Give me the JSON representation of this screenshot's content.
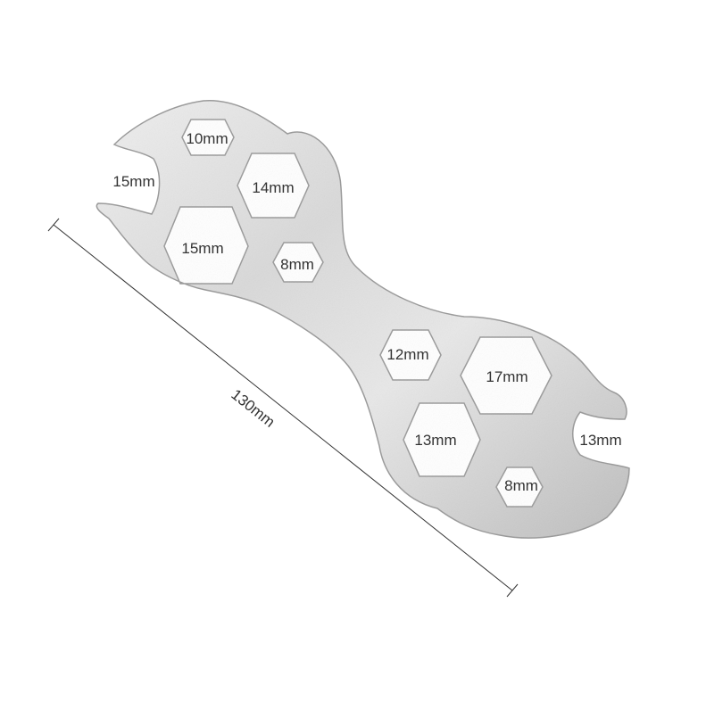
{
  "image": {
    "subject": "multi-size flat spanner wrench",
    "colors": {
      "background": "#ffffff",
      "metal_light": "#ececec",
      "metal_mid": "#d2d2d2",
      "metal_dark": "#a9a9a9",
      "edge": "#8c8c8c",
      "label_text": "#333333",
      "dimension_line": "#333333"
    }
  },
  "dimension": {
    "label": "130mm"
  },
  "labels": {
    "left_jaw": "15mm",
    "right_jaw": "13mm",
    "hex_10": "10mm",
    "hex_14": "14mm",
    "hex_15": "15mm",
    "hex_8_top": "8mm",
    "hex_12": "12mm",
    "hex_17": "17mm",
    "hex_13": "13mm",
    "hex_8_bottom": "8mm"
  }
}
